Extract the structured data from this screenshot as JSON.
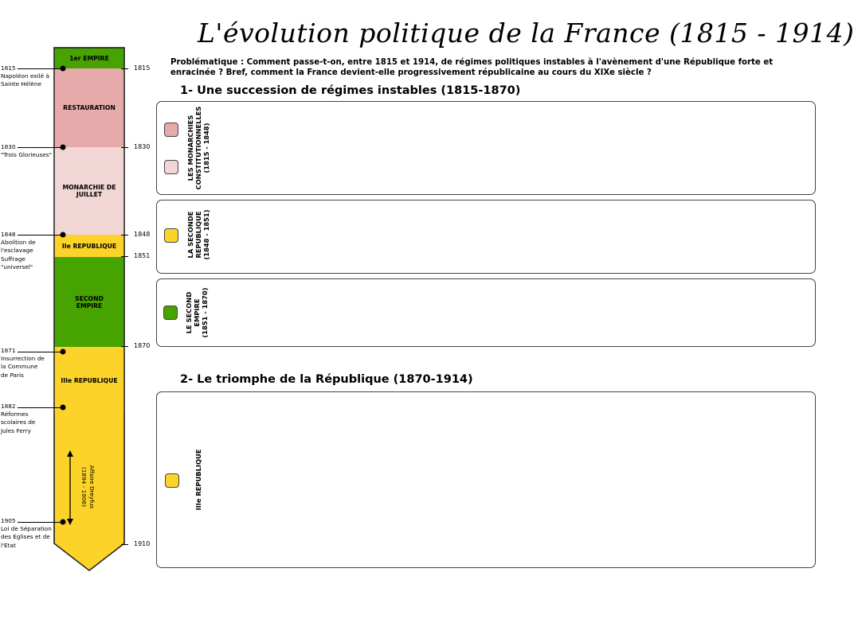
{
  "title": "L'évolution politique de la France (1815 - 1914)",
  "problematique": "Problématique : Comment passe-t-on, entre 1815 et 1914, de régimes politiques instables à l'avènement d'une République forte et enracinée ? Bref, comment la France devient-elle progressivement républicaine au cours du XIXe siècle ?",
  "section1": {
    "title": "1- Une succession de régimes instables (1815-1870)",
    "boxes": [
      {
        "label": "LES MONARCHIES\nCONSTITUTIONNELLES\n(1815 - 1848)",
        "legend_colors": [
          "#e6aaaa",
          "#f2d5d5"
        ]
      },
      {
        "label": "LA SECONDE\nREPUBLIQUE\n(1848 - 1851)",
        "legend_colors": [
          "#fcd328"
        ]
      },
      {
        "label": "LE SECOND\nEMPIRE\n(1851 - 1870)",
        "legend_colors": [
          "#47a300"
        ]
      }
    ]
  },
  "section2": {
    "title": "2- Le triomphe de la République (1870-1914)",
    "box": {
      "label": "IIIe REPUBLIQUE",
      "legend_colors": [
        "#fcd328"
      ]
    }
  },
  "timeline": {
    "segments": [
      {
        "label": "1er EMPIRE",
        "color": "#47a300"
      },
      {
        "label": "RESTAURATION",
        "color": "#e6aaaa"
      },
      {
        "label": "MONARCHIE DE\nJUILLET",
        "color": "#f2d5d5"
      },
      {
        "label": "IIe REPUBLIQUE",
        "color": "#fcd328"
      },
      {
        "label": "SECOND\nEMPIRE",
        "color": "#47a300"
      },
      {
        "label": "IIIe REPUBLIQUE",
        "color": "#fcd328"
      }
    ],
    "ticks": [
      "1815",
      "1830",
      "1848",
      "1851",
      "1870",
      "1910"
    ],
    "events": [
      {
        "year": "1815",
        "text": "Napoléon exilé à\nSainte Hélène"
      },
      {
        "year": "1830",
        "text": "\"Trois Glorieuses\""
      },
      {
        "year": "1848",
        "text": "Abolition de\nl'esclavage\nSuffrage\n\"universel\""
      },
      {
        "year": "1871",
        "text": "Insurrection de\nla Commune\nde Paris"
      },
      {
        "year": "1882",
        "text": "Réformes\nscolaires de\nJules Ferry"
      },
      {
        "year": "1905",
        "text": "Loi de Séparation\ndes Eglises et de\nl'Etat"
      }
    ],
    "dreyfus": "Affaire Dreyfus\n(1894 - 1906)"
  }
}
